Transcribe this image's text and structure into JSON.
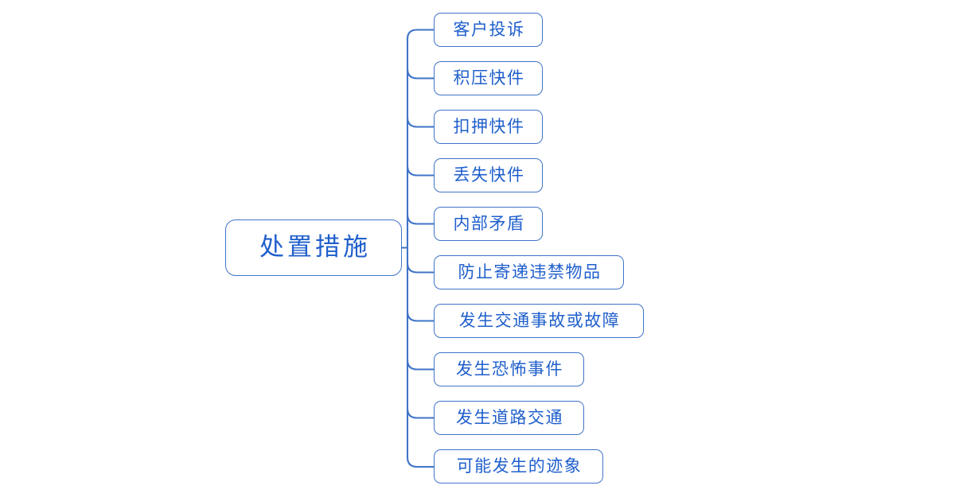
{
  "diagram": {
    "type": "mindmap",
    "orientation": "horizontal-right",
    "title": "处置措施",
    "root": {
      "label": "处置措施"
    },
    "style": {
      "node_border_color": "#3f74c8",
      "node_text_color": "#1f5fcc",
      "connector_color": "#3f74c8",
      "background_color": "#ffffff"
    },
    "children": [
      {
        "label": "客户投诉"
      },
      {
        "label": "积压快件"
      },
      {
        "label": "扣押快件"
      },
      {
        "label": "丢失快件"
      },
      {
        "label": "内部矛盾"
      },
      {
        "label": "防止寄递违禁物品"
      },
      {
        "label": "发生交通事故或故障"
      },
      {
        "label": "发生恐怖事件"
      },
      {
        "label": "发生道路交通"
      },
      {
        "label": "可能发生的迹象"
      }
    ]
  }
}
